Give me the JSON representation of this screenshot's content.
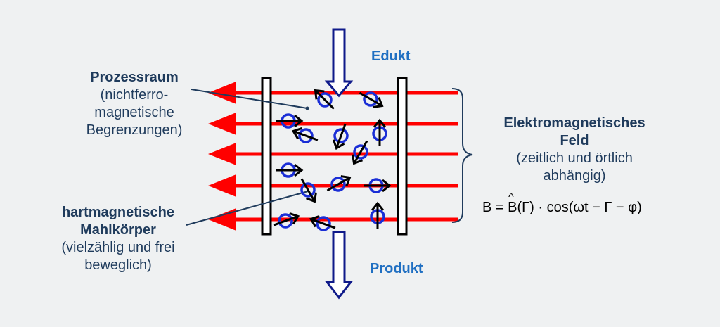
{
  "labels": {
    "edukt": "Edukt",
    "produkt": "Produkt",
    "prozessraum_title": "Prozessraum",
    "prozessraum_line1": "(nichtferro-",
    "prozessraum_line2": "magnetische",
    "prozessraum_line3": "Begrenzungen)",
    "mahlkoerper_title_1": "hartmagnetische",
    "mahlkoerper_title_2": "Mahlkörper",
    "mahlkoerper_line1": "(vielzählig und frei",
    "mahlkoerper_line2": "beweglich)",
    "feld_title_1": "Elektromagnetisches",
    "feld_title_2": "Feld",
    "feld_line1": "(zeitlich und örtlich",
    "feld_line2": "abhängig)"
  },
  "formula": {
    "lhs": "B = ",
    "b_hat": "B",
    "rest": "(Γ) · cos(ωt − Γ − φ)"
  },
  "colors": {
    "field_lines": "#ff0000",
    "flow_arrow": "#0f1a8a",
    "particle": "#1a2ed6",
    "text": "#1f3b5c",
    "accent_text": "#1f6fc2"
  }
}
